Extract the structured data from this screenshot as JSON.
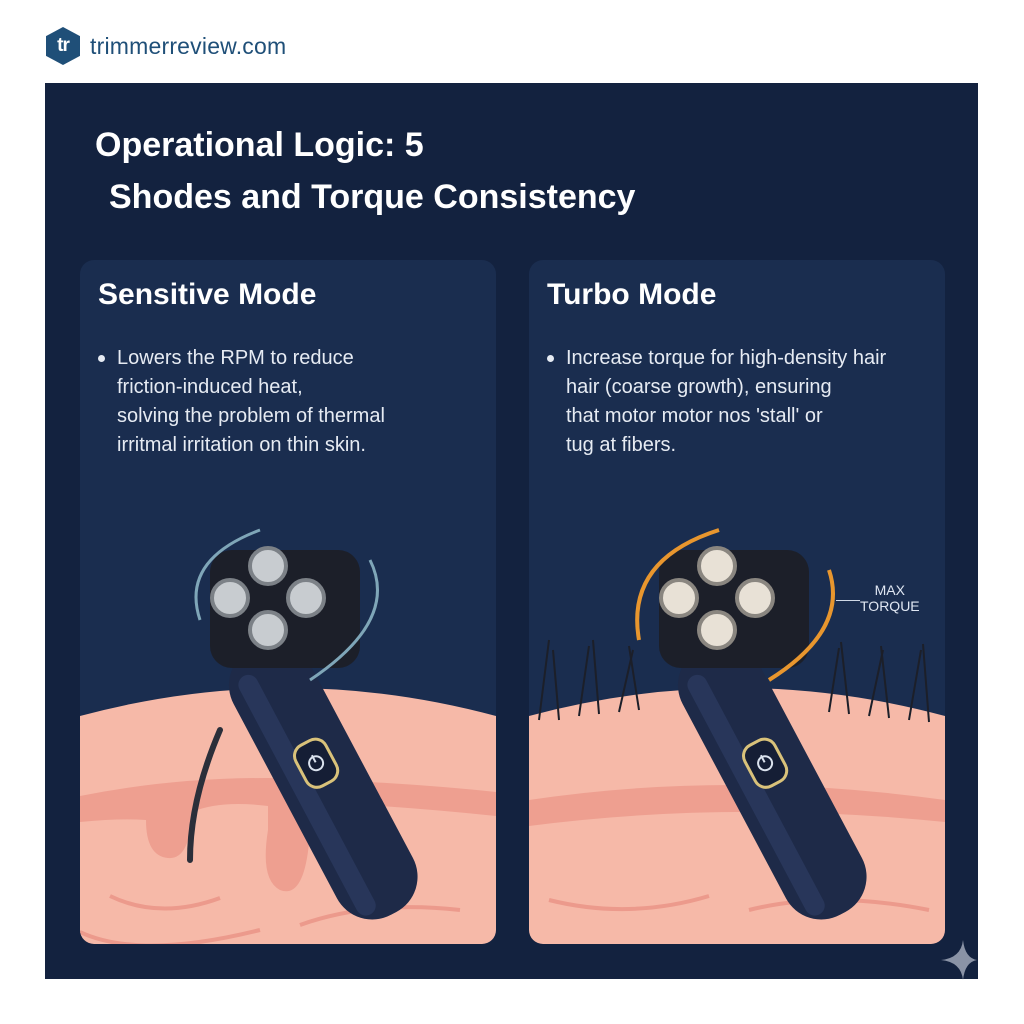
{
  "brand": {
    "logo_text": "tr",
    "name": "trimmerreview.com",
    "color": "#1f4f78"
  },
  "header": {
    "title_line1": "Operational Logic: 5",
    "title_line2": "Shodes and Torque Consistency"
  },
  "cards": [
    {
      "title": "Sensitive Mode",
      "bullet_lines": [
        "Lowers the RPM to reduce",
        "friction-induced heat,",
        "solving the problem of thermal",
        "irritmal irritation on thin skin."
      ],
      "illustration": "shaver-on-skin-with-single-hair",
      "accent_color": "#7fa6b8"
    },
    {
      "title": "Turbo Mode",
      "bullet_lines": [
        "Increase torque for high-density hair",
        "hair (coarse growth), ensuring",
        "that motor motor nos 'stall' or",
        "tug at fibers."
      ],
      "illustration": "shaver-on-skin-with-dense-hair",
      "accent_color": "#e8962e",
      "callout": {
        "line1": "MAX",
        "line2": "TORQUE"
      }
    }
  ],
  "colors": {
    "panel_bg": "#13223f",
    "card_bg": "#1a2d4f",
    "skin_light": "#f6b9a8",
    "skin_dark": "#ec9a8c",
    "device_body": "#1e2a48",
    "power_ring": "#d9c27a"
  },
  "icons": [
    "power-icon",
    "sparkle-icon",
    "rotation-arrow-icon"
  ]
}
